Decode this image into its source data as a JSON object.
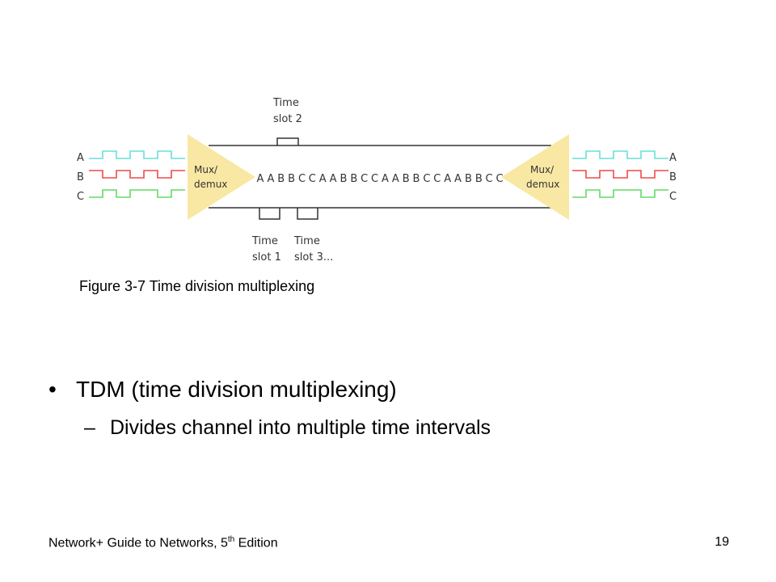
{
  "figure": {
    "left_inputs": [
      "A",
      "B",
      "C"
    ],
    "right_outputs": [
      "A",
      "B",
      "C"
    ],
    "mux_left_label": [
      "Mux/",
      "demux"
    ],
    "mux_right_label": [
      "Mux/",
      "demux"
    ],
    "channel_sequence": [
      "A",
      "A",
      "B",
      "B",
      "C",
      "C",
      "A",
      "A",
      "B",
      "B",
      "C",
      "C",
      "A",
      "A",
      "B",
      "B",
      "C",
      "C",
      "A",
      "A",
      "B",
      "B",
      "C",
      "C"
    ],
    "slot_top_label": [
      "Time",
      "slot 2"
    ],
    "slot_bottom_left_label": [
      "Time",
      "slot 1"
    ],
    "slot_bottom_right_label": [
      "Time",
      "slot 3..."
    ],
    "signal_colors": {
      "A": "#66e0d9",
      "B": "#ef4a4a",
      "C": "#66d966"
    },
    "mux_color": "#f8e8a4"
  },
  "caption": "Figure 3-7 Time division multiplexing",
  "bullets": [
    {
      "mark": "•",
      "text": "TDM (time division multiplexing)",
      "sub": {
        "mark": "–",
        "text": "Divides channel into multiple time intervals"
      }
    }
  ],
  "footer": {
    "book_prefix": "Network+ Guide to Networks, 5",
    "book_superscript": "th",
    "book_suffix": " Edition",
    "page_number": "19"
  }
}
